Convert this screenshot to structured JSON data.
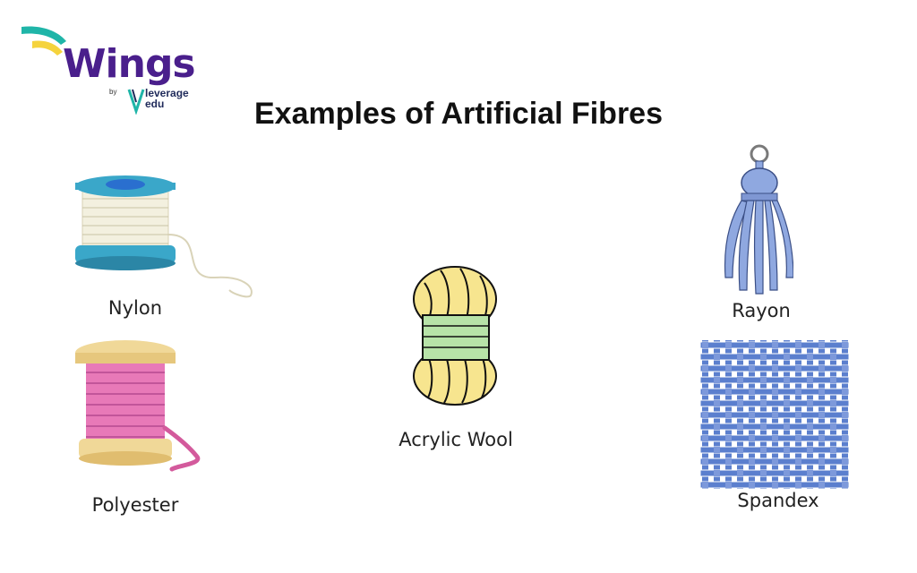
{
  "logo": {
    "brand": "Wings",
    "by": "by",
    "partner_line1": "leverage",
    "partner_line2": "edu"
  },
  "title": "Examples of Artificial Fibres",
  "items": [
    {
      "label": "Nylon",
      "icon": "thread-spool-icon",
      "color": "#3aa7c9"
    },
    {
      "label": "Polyester",
      "icon": "pink-thread-spool-icon",
      "color": "#e879b8"
    },
    {
      "label": "Acrylic Wool",
      "icon": "yarn-skein-icon",
      "color": "#f7e58f"
    },
    {
      "label": "Rayon",
      "icon": "tassel-icon",
      "color": "#8fa8e0"
    },
    {
      "label": "Spandex",
      "icon": "woven-fabric-icon",
      "color": "#5b7fce"
    }
  ],
  "colors": {
    "brand_purple": "#4a1f8c",
    "brand_teal": "#1fb5a8",
    "brand_yellow": "#f5d33d"
  }
}
